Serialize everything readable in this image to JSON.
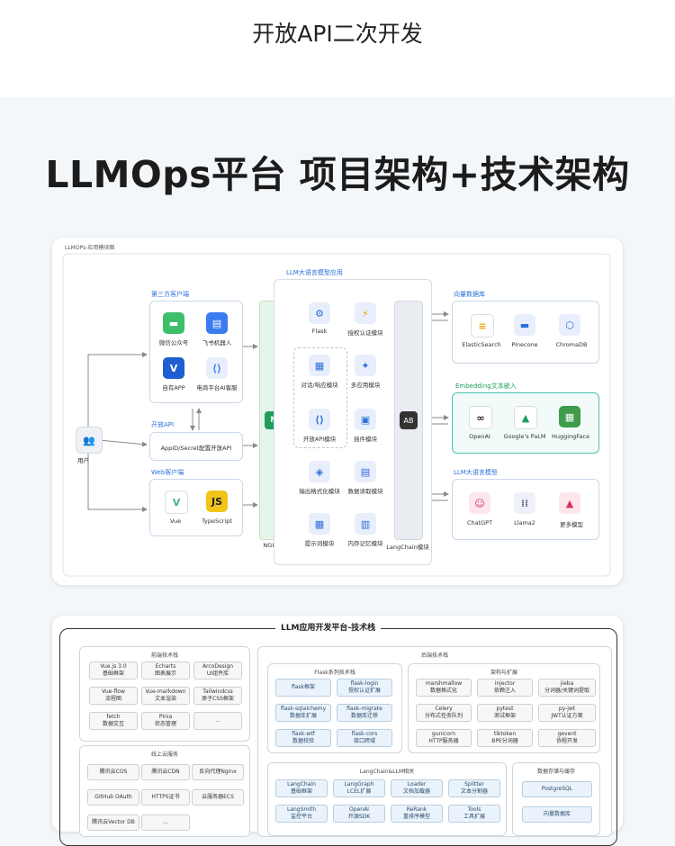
{
  "header": {
    "title": "开放API二次开发"
  },
  "main_title": "LLMOps平台 项目架构+技术架构",
  "arch": {
    "title": "LLMOPs-应用模块图",
    "user": "用户",
    "nginx": "NGINX",
    "third_party": {
      "title": "第三方客户端",
      "items": [
        "微信公众号",
        "飞书机器人",
        "自有APP",
        "电商平台AI客服"
      ]
    },
    "open_api": {
      "title": "开放API",
      "desc": "AppID/Secret配置开放API"
    },
    "web_client": {
      "title": "Web客户端",
      "items": [
        "Vue",
        "TypeScript"
      ]
    },
    "llm_app": {
      "title": "LLM大语言模型应用",
      "modules": [
        "Flask",
        "授权认证模块",
        "对话/响应模块",
        "多应用模块",
        "开放API模块",
        "插件模块",
        "输出格式化模块",
        "数据读取模块",
        "提示词模块",
        "内存记忆模块"
      ],
      "langchain": "LangChain模块"
    },
    "vector_db": {
      "title": "向量数据库",
      "items": [
        "ElasticSearch",
        "Pinecone",
        "ChromaDB"
      ]
    },
    "embedding": {
      "title": "Embedding文本嵌入",
      "items": [
        "OpenAI",
        "Google's PaLM",
        "HuggingFace"
      ]
    },
    "llm_models": {
      "title": "LLM大语言模型",
      "items": [
        "ChatGPT",
        "Llama2",
        "更多模型"
      ]
    },
    "colors": {
      "green": "#1e9e5a",
      "blue": "#2a6fdb",
      "teal": "#4cc3b0"
    }
  },
  "tech": {
    "title": "LLM应用开发平台-技术栈",
    "frontend": {
      "title": "前端技术栈",
      "items": [
        {
          "name": "Vue.js 3.0",
          "desc": "基础框架"
        },
        {
          "name": "Echarts",
          "desc": "图表展示"
        },
        {
          "name": "ArcoDesign",
          "desc": "UI组件库"
        },
        {
          "name": "Vue-flow",
          "desc": "流程图"
        },
        {
          "name": "Vue-markdown",
          "desc": "文本渲染"
        },
        {
          "name": "Tailwindcss",
          "desc": "原子CSS框架"
        },
        {
          "name": "fetch",
          "desc": "数据交互"
        },
        {
          "name": "Pinia",
          "desc": "状态管理"
        },
        {
          "name": "...",
          "desc": ""
        }
      ]
    },
    "cloud": {
      "title": "线上云服务",
      "items": [
        "腾讯云COS",
        "腾讯云CDN",
        "反向代理Nginx",
        "GitHub OAuth",
        "HTTPS证书",
        "云服务器ECS",
        "腾讯云Vector DB",
        "..."
      ]
    },
    "backend": {
      "title": "后端技术栈",
      "flask": {
        "title": "Flask系列技术栈",
        "items": [
          {
            "name": "flask框架",
            "desc": ""
          },
          {
            "name": "flask-login",
            "desc": "授权认证扩展"
          },
          {
            "name": "flask-sqlalchemy",
            "desc": "数据库扩展"
          },
          {
            "name": "flask-migrate",
            "desc": "数据库迁移"
          },
          {
            "name": "flask-wtf",
            "desc": "数据校验"
          },
          {
            "name": "flask-cors",
            "desc": "接口跨域"
          }
        ]
      },
      "arch_ext": {
        "title": "架构与扩展",
        "items": [
          {
            "name": "marshmallow",
            "desc": "数据格式化"
          },
          {
            "name": "injector",
            "desc": "依赖注入"
          },
          {
            "name": "jieba",
            "desc": "分词器/关键词提取"
          },
          {
            "name": "Celery",
            "desc": "分布式任务队列"
          },
          {
            "name": "pytest",
            "desc": "测试框架"
          },
          {
            "name": "py-jwt",
            "desc": "JWT认证方案"
          },
          {
            "name": "gunicorn",
            "desc": "HTTP服务器"
          },
          {
            "name": "tiktoken",
            "desc": "BPE分词器"
          },
          {
            "name": "gevent",
            "desc": "协程开发"
          }
        ]
      },
      "langchain": {
        "title": "LangChain&LLM相关",
        "items": [
          {
            "name": "LangChain",
            "desc": "基础框架"
          },
          {
            "name": "LangGraph",
            "desc": "LCEL扩展"
          },
          {
            "name": "Loader",
            "desc": "文档加载器"
          },
          {
            "name": "Splitter",
            "desc": "文本分割器"
          },
          {
            "name": "LangSmith",
            "desc": "监控平台"
          },
          {
            "name": "OpenAI",
            "desc": "开源SDK"
          },
          {
            "name": "ReRank",
            "desc": "重排序模型"
          },
          {
            "name": "Tools",
            "desc": "工具扩展"
          }
        ]
      },
      "storage": {
        "title": "数据存储与缓存",
        "items": [
          "PostgreSQL",
          "向量数据库"
        ]
      }
    }
  }
}
